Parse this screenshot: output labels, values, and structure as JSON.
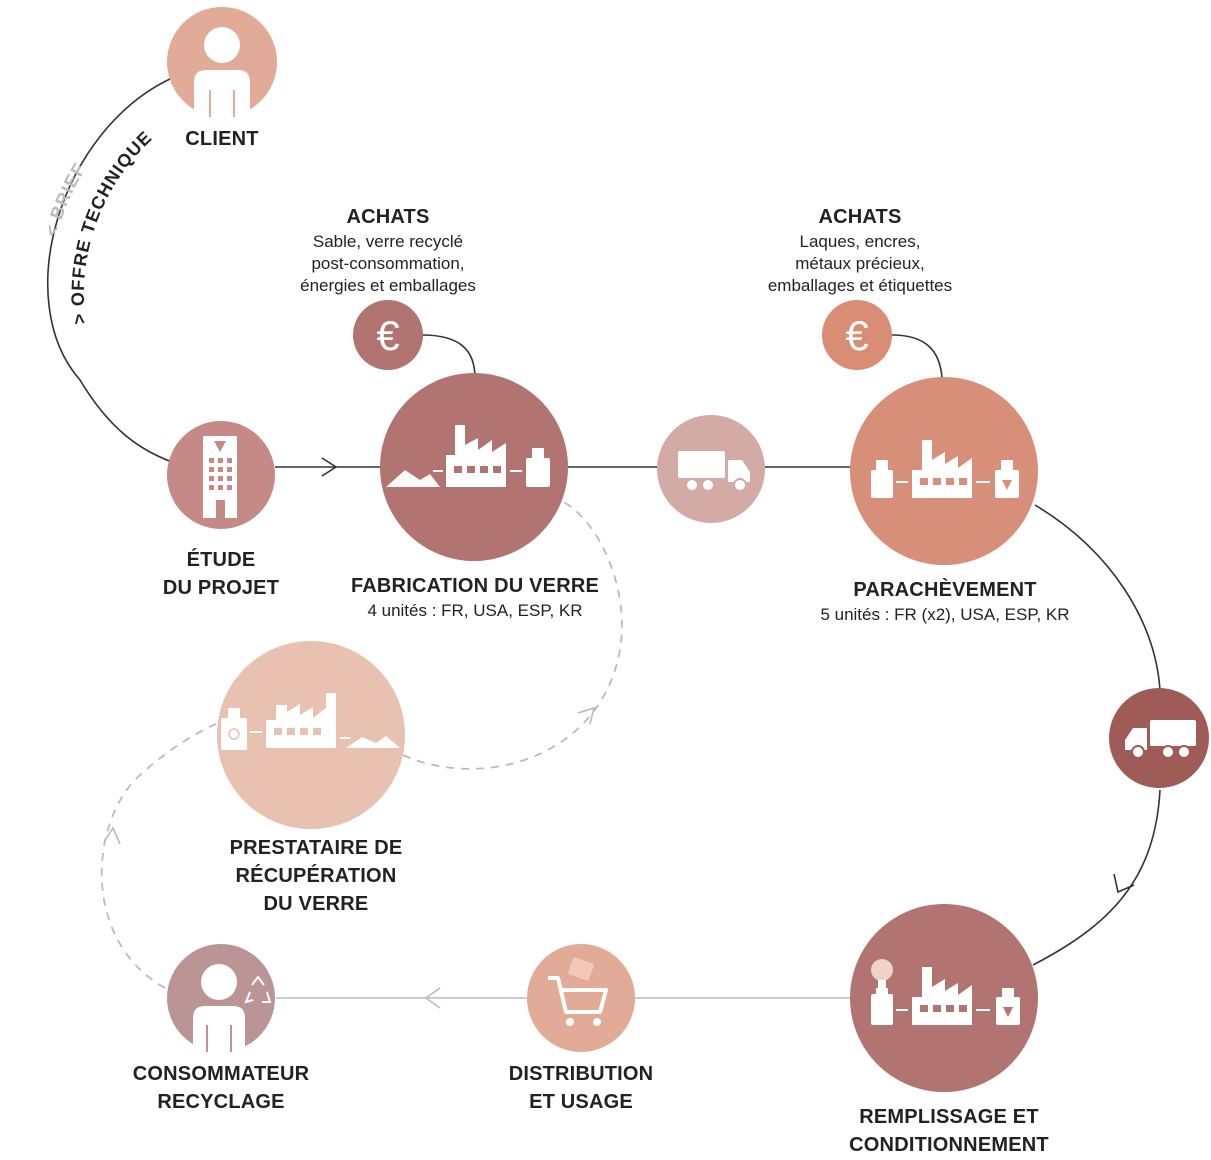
{
  "colors": {
    "client": "#e2ab98",
    "etude": "#c68a86",
    "fabrication": "#b27470",
    "euro_left": "#b27470",
    "euro_right": "#d88d74",
    "truck_mid": "#d4aaa5",
    "parachevement": "#d88f79",
    "truck_right": "#9f5c57",
    "remplissage": "#b27470",
    "distribution": "#e2ab98",
    "consommateur": "#bb9596",
    "prestataire": "#e8c1b1",
    "line_dark": "#333333",
    "line_gray": "#bbbbbb",
    "line_dashed": "#bbbbbb"
  },
  "nodes": {
    "client": {
      "title": "CLIENT",
      "icon": "person-icon"
    },
    "etude": {
      "title1": "ÉTUDE",
      "title2": "DU PROJET",
      "icon": "building-icon"
    },
    "fabrication": {
      "title": "FABRICATION DU VERRE",
      "subtitle": "4 unités : FR, USA, ESP, KR",
      "icon": "factory-icon"
    },
    "parachevement": {
      "title": "PARACHÈVEMENT",
      "subtitle": "5 unités : FR (x2), USA, ESP, KR",
      "icon": "factory-icon"
    },
    "remplissage": {
      "title1": "REMPLISSAGE ET",
      "title2": "CONDITIONNEMENT",
      "icon": "factory-icon"
    },
    "distribution": {
      "title1": "DISTRIBUTION",
      "title2": "ET USAGE",
      "icon": "shopping-cart-icon"
    },
    "consommateur": {
      "title1": "CONSOMMATEUR",
      "title2": "RECYCLAGE",
      "icon": "person-recycle-icon"
    },
    "prestataire": {
      "title1": "PRESTATAIRE DE",
      "title2": "RÉCUPÉRATION",
      "title3": "DU VERRE",
      "icon": "factory-icon"
    }
  },
  "achats_left": {
    "title": "ACHATS",
    "line1": "Sable, verre recyclé",
    "line2": "post-consommation,",
    "line3": "énergies et emballages",
    "symbol": "€"
  },
  "achats_right": {
    "title": "ACHATS",
    "line1": "Laques, encres,",
    "line2": "métaux précieux,",
    "line3": "emballages et étiquettes",
    "symbol": "€"
  },
  "curved_labels": {
    "brief": "< BRIEF",
    "offre": "> OFFRE TECHNIQUE"
  }
}
